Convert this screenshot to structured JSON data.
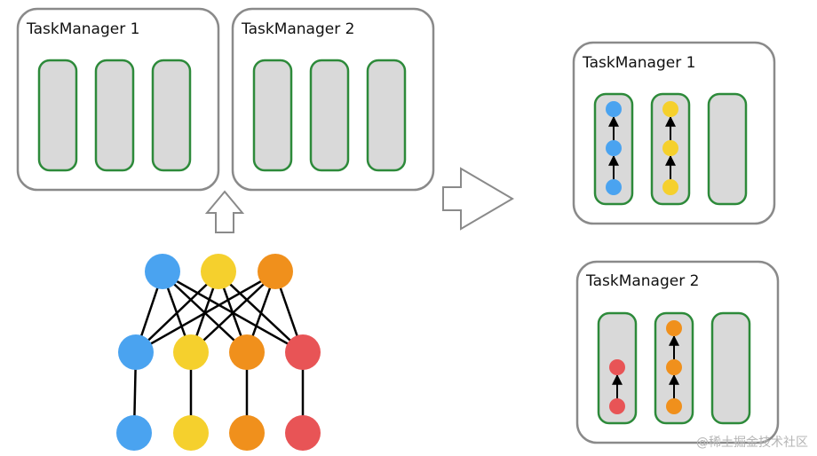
{
  "before": {
    "task_managers": [
      {
        "title": "TaskManager 1",
        "slot_count": 3
      },
      {
        "title": "TaskManager 2",
        "slot_count": 3
      }
    ]
  },
  "after": {
    "task_managers": [
      {
        "title": "TaskManager 1",
        "slots": [
          {
            "nodes": [
              "#4aa3f0",
              "#4aa3f0",
              "#4aa3f0"
            ]
          },
          {
            "nodes": [
              "#f5d02d",
              "#f5d02d",
              "#f5d02d"
            ]
          },
          {
            "nodes": []
          }
        ]
      },
      {
        "title": "TaskManager 2",
        "slots": [
          {
            "nodes": [
              "#e85456",
              "#e85456"
            ]
          },
          {
            "nodes": [
              "#f0901c",
              "#f0901c",
              "#f0901c"
            ]
          },
          {
            "nodes": []
          }
        ]
      }
    ]
  },
  "dataflow_graph": {
    "layers": [
      [
        "#4aa3f0",
        "#f5d02d",
        "#f0901c"
      ],
      [
        "#4aa3f0",
        "#f5d02d",
        "#f0901c",
        "#e85456"
      ],
      [
        "#4aa3f0",
        "#f5d02d",
        "#f0901c",
        "#e85456"
      ]
    ]
  },
  "colors": {
    "tm_border": "#8a8a8a",
    "slot_border": "#2d8a3a",
    "slot_fill": "#d9d9d9",
    "arrow_outline": "#8a8a8a",
    "edge": "#000000"
  },
  "watermark": "@稀土掘金技术社区"
}
